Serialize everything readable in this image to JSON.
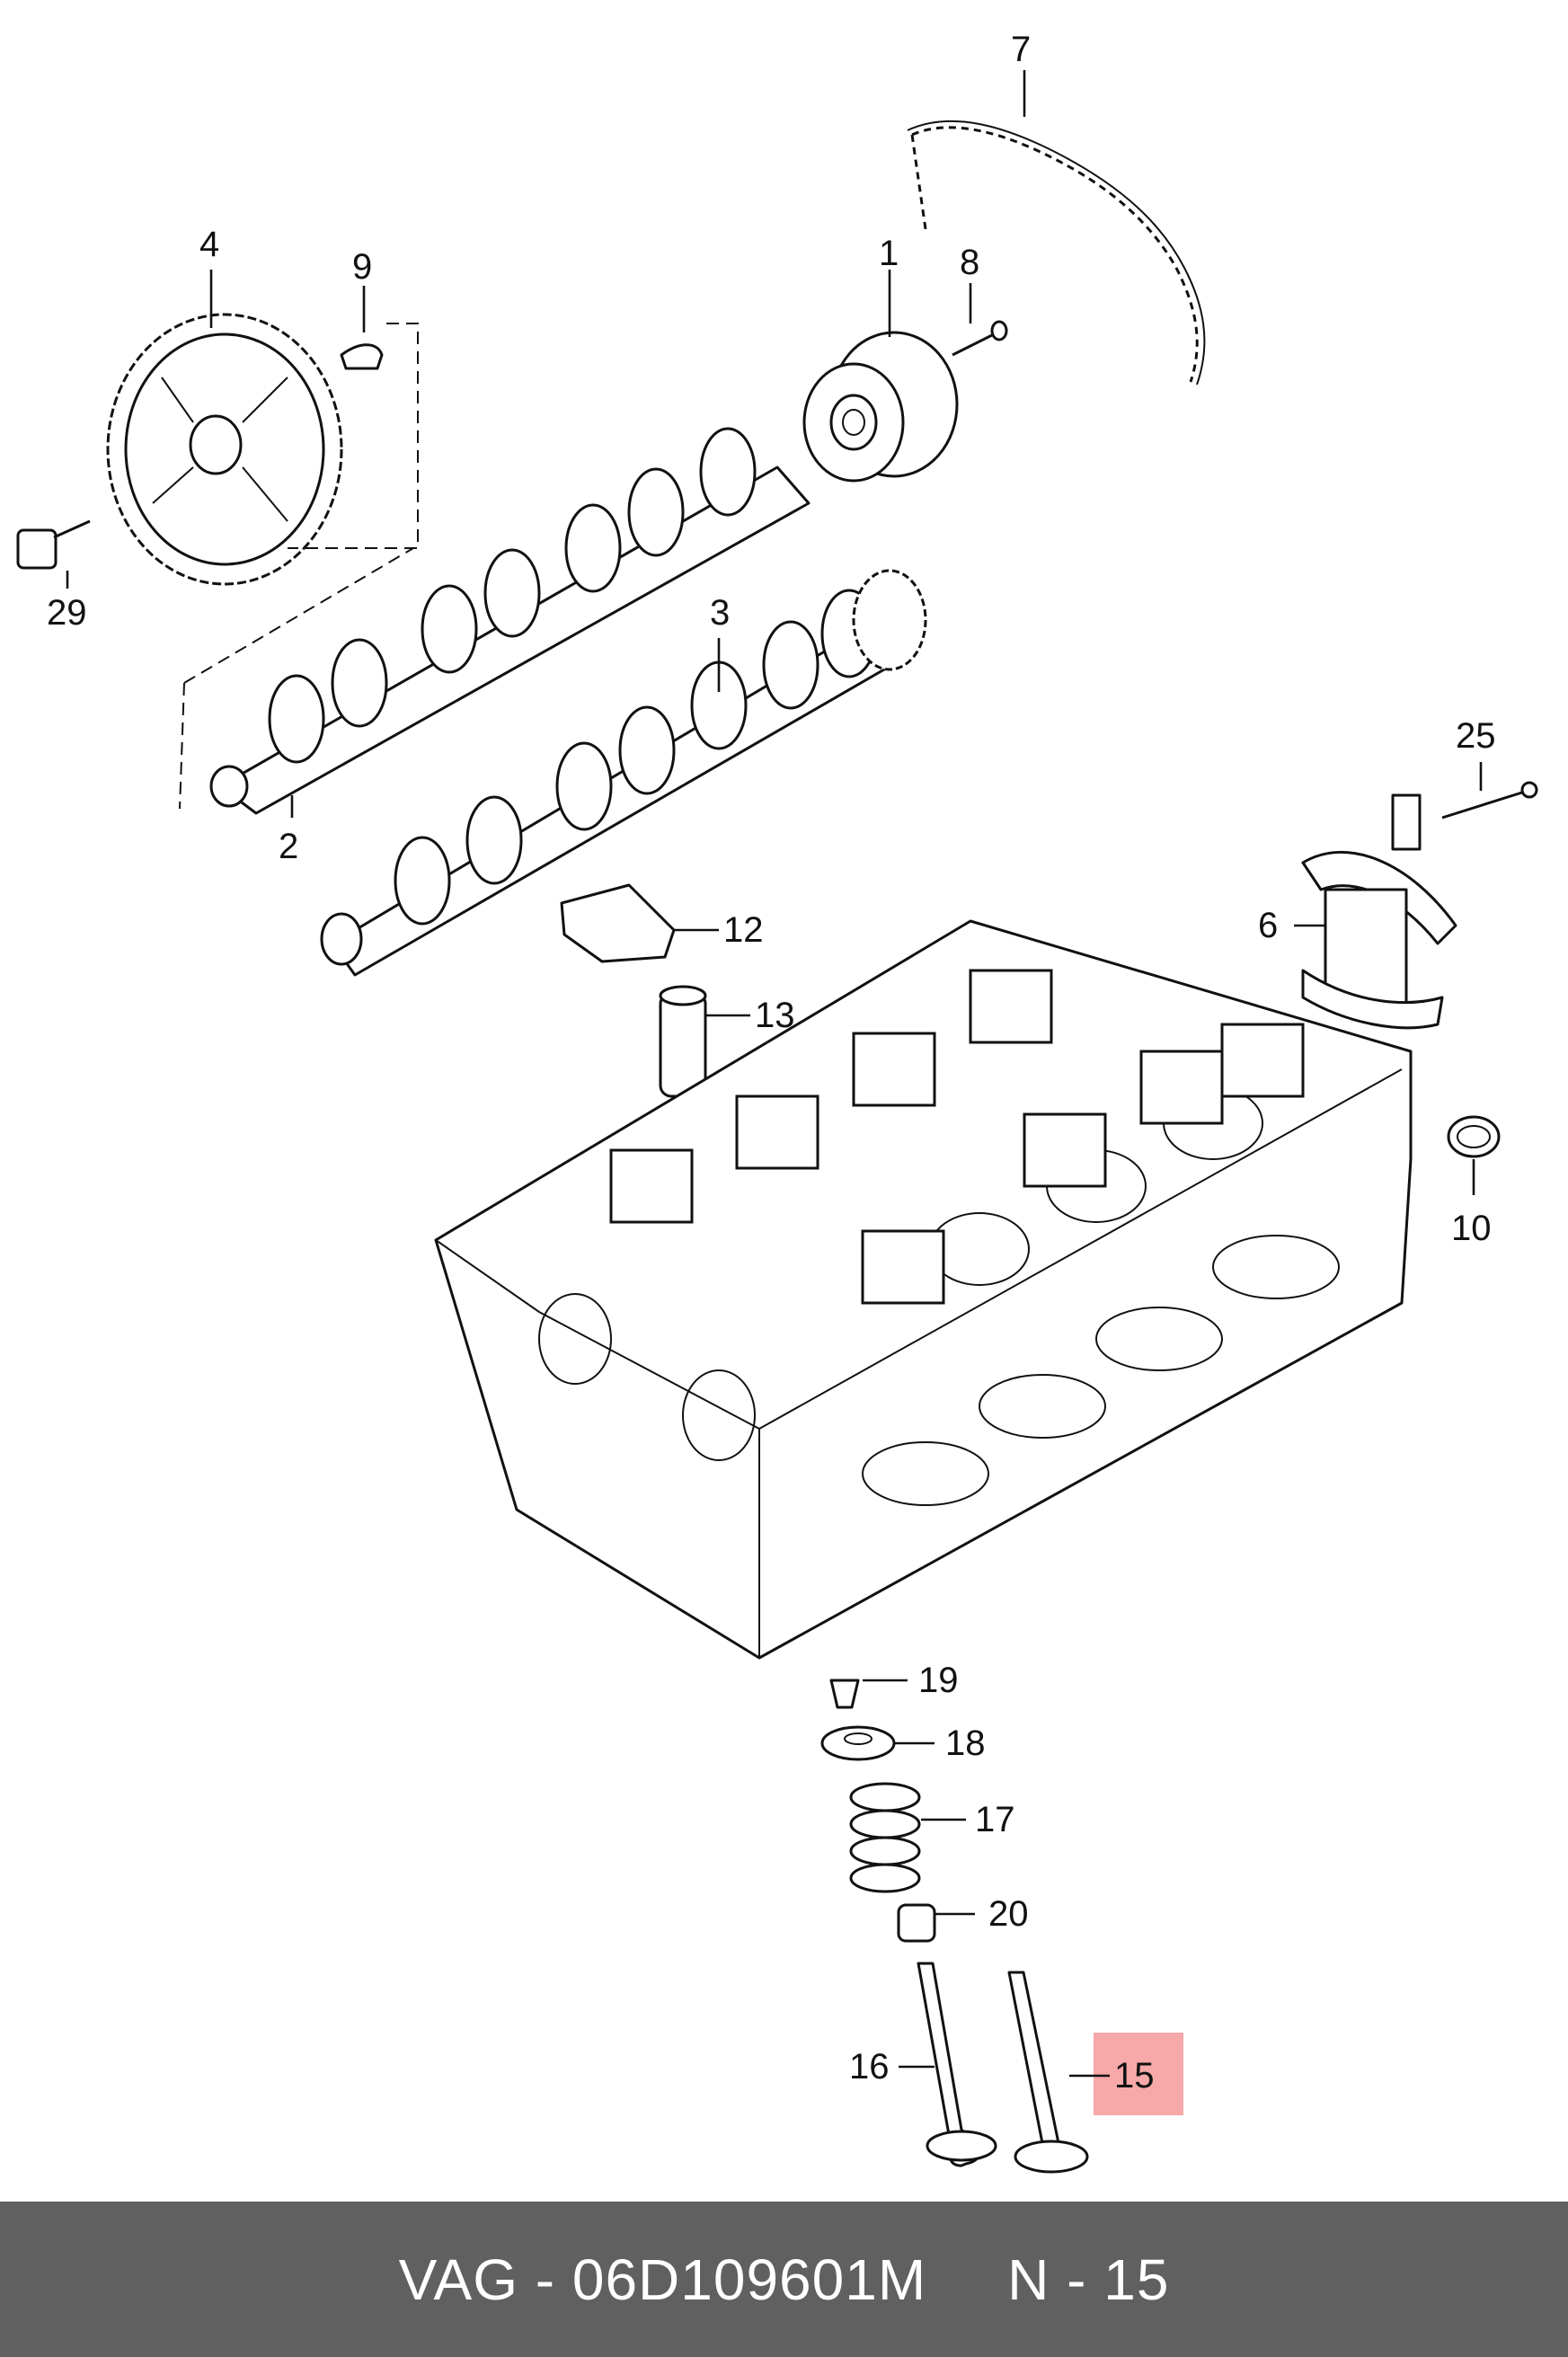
{
  "diagram": {
    "callouts": {
      "c1": "1",
      "c2": "2",
      "c3": "3",
      "c4": "4",
      "c6": "6",
      "c7": "7",
      "c8": "8",
      "c9": "9",
      "c10": "10",
      "c12": "12",
      "c13": "13",
      "c15": "15",
      "c16": "16",
      "c17": "17",
      "c18": "18",
      "c19": "19",
      "c20": "20",
      "c25": "25",
      "c29": "29"
    },
    "highlight_color": "#f7a8a8"
  },
  "footer": {
    "part_number": "VAG - 06D109601M",
    "reference": "N - 15",
    "background": "#606060"
  }
}
